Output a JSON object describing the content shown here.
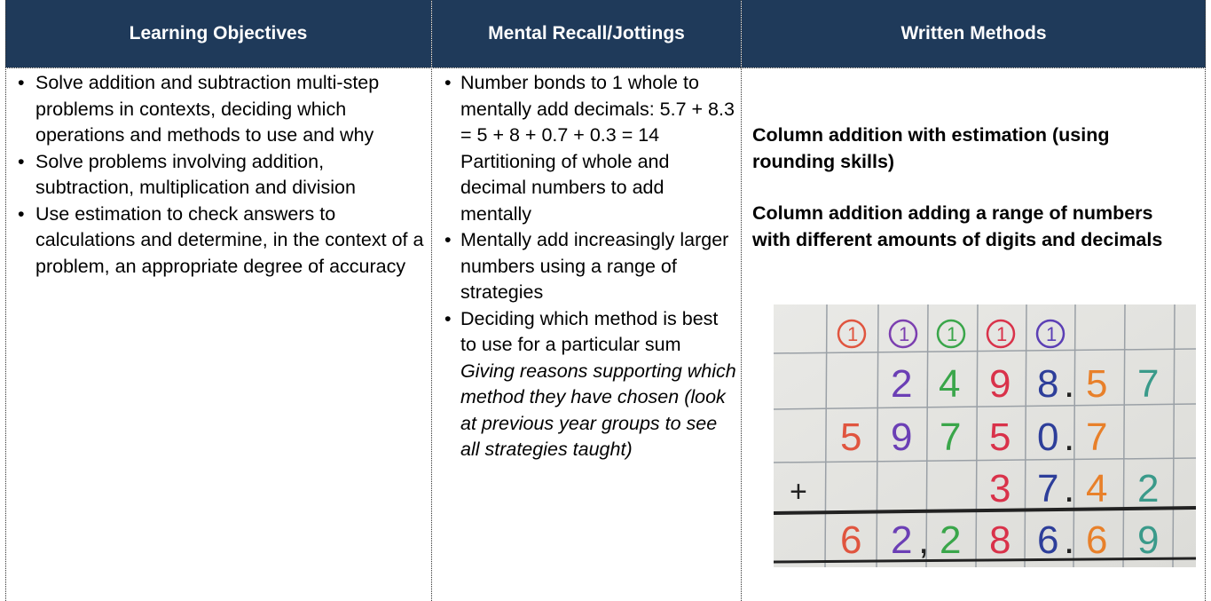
{
  "headers": [
    "Learning Objectives",
    "Mental Recall/Jottings",
    "Written Methods"
  ],
  "learning_objectives": [
    "Solve addition and subtraction multi-step problems in contexts, deciding which operations and methods to use and why",
    "Solve problems involving addition, subtraction, multiplication and division",
    "Use estimation to check answers to calculations and determine, in the context of a problem, an appropriate degree of accuracy"
  ],
  "mental_recall": {
    "bullets": [
      "Number bonds to 1 whole to mentally add decimals: 5.7 + 8.3 = 5 + 8 + 0.7 + 0.3 = 14 Partitioning of whole and decimal numbers to add mentally",
      "Mentally add increasingly larger numbers using a range of strategies",
      "Deciding which method is best to use for a particular sum"
    ],
    "note": "Giving reasons supporting which method they have chosen (look at previous year groups to see all strategies taught)"
  },
  "written_methods": {
    "heading1": "Column addition with estimation (using rounding skills)",
    "heading2": "Column addition adding a range of numbers with different amounts of digits and decimals"
  },
  "whiteboard": {
    "carry_row": [
      "1",
      "1",
      "1",
      "1",
      "1"
    ],
    "row1": [
      "",
      "2",
      "4",
      "9",
      "8",
      ".",
      "5",
      "7"
    ],
    "row2": [
      "5",
      "9",
      "7",
      "5",
      "0",
      ".",
      "7",
      ""
    ],
    "row3": [
      "+",
      "",
      "",
      "3",
      "7",
      ".",
      "4",
      "2"
    ],
    "answer": [
      "6",
      "2",
      ",",
      "2",
      "8",
      "6",
      ".",
      "6",
      "9"
    ]
  }
}
